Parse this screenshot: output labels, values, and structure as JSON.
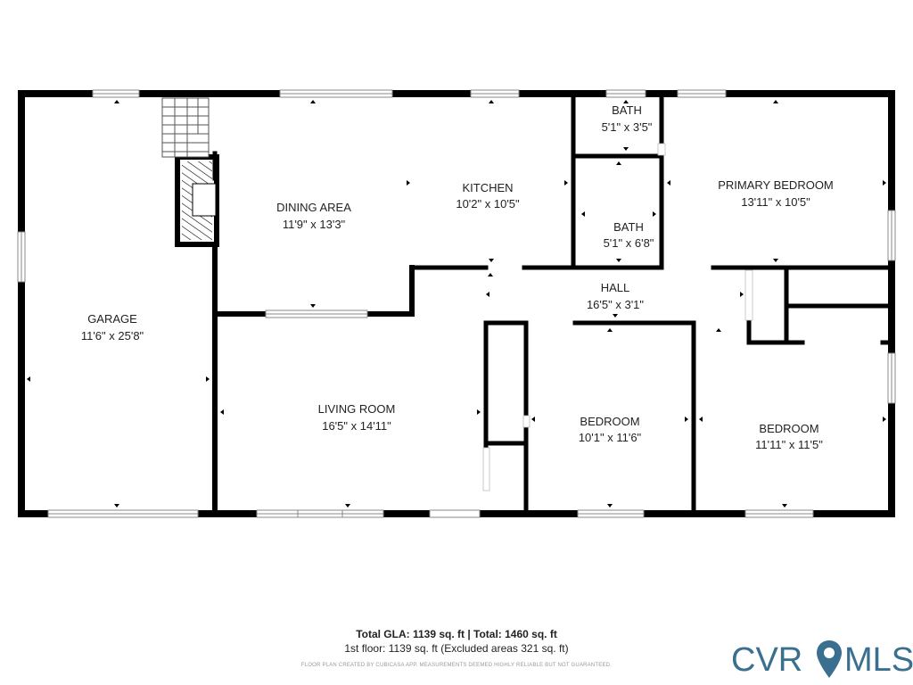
{
  "rooms": {
    "garage": {
      "name": "GARAGE",
      "dims": "11'6\" x 25'8\""
    },
    "dining": {
      "name": "DINING AREA",
      "dims": "11'9\" x 13'3\""
    },
    "kitchen": {
      "name": "KITCHEN",
      "dims": "10'2\" x 10'5\""
    },
    "bath_top": {
      "name": "BATH",
      "dims": "5'1\" x 3'5\""
    },
    "bath_mid": {
      "name": "BATH",
      "dims": "5'1\" x 6'8\""
    },
    "primary_bedroom": {
      "name": "PRIMARY BEDROOM",
      "dims": "13'11\" x 10'5\""
    },
    "hall": {
      "name": "HALL",
      "dims": "16'5\" x 3'1\""
    },
    "living": {
      "name": "LIVING ROOM",
      "dims": "16'5\" x 14'11\""
    },
    "bedroom_mid": {
      "name": "BEDROOM",
      "dims": "10'1\" x 11'6\""
    },
    "bedroom_right": {
      "name": "BEDROOM",
      "dims": "11'11\" x 11'5\""
    }
  },
  "footer": {
    "totals": "Total GLA: 1139 sq. ft | Total: 1460 sq. ft",
    "floor": "1st floor: 1139 sq. ft (Excluded areas 321 sq. ft)",
    "disclaimer": "FLOOR PLAN CREATED BY CUBICASA APP. MEASUREMENTS DEEMED HIGHLY RELIABLE BUT NOT GUARANTEED."
  },
  "logo": {
    "text_left": "CVR",
    "text_right": "MLS",
    "color": "#3a6f8f"
  },
  "colors": {
    "wall": "#000000",
    "window": "#ffffff",
    "hatch": "#000000"
  }
}
